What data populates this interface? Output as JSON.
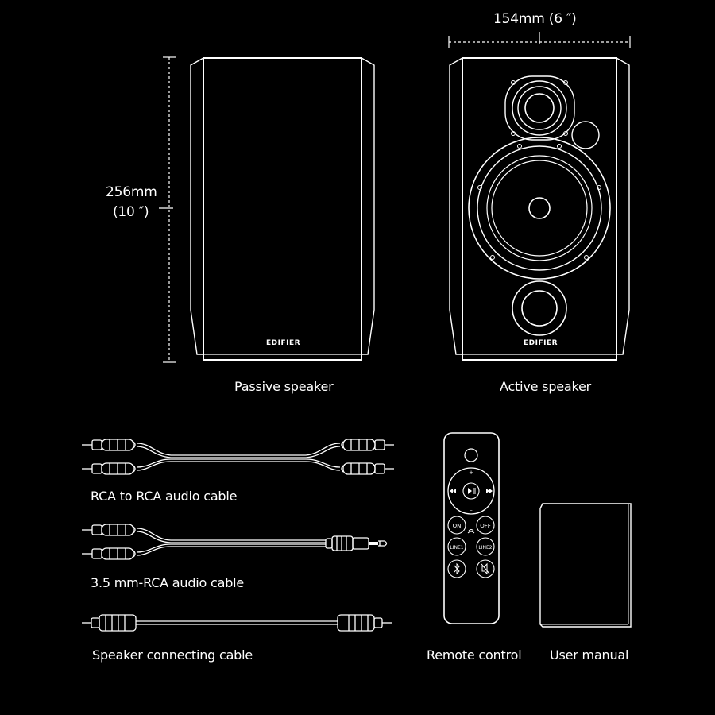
{
  "dimensions": {
    "width_label": "154mm (6 ″)",
    "height_label": "256mm",
    "height_inch_label": "(10 ″)"
  },
  "speakers": {
    "passive_label": "Passive speaker",
    "active_label": "Active speaker",
    "brand": "EDIFIER"
  },
  "accessories": {
    "rca_cable_label": "RCA to RCA audio cable",
    "aux_cable_label": "3.5 mm-RCA audio cable",
    "speaker_cable_label": "Speaker connecting cable",
    "remote_label": "Remote control",
    "manual_label": "User manual"
  },
  "remote": {
    "on": "ON",
    "off": "OFF",
    "line1": "LINE1",
    "line2": "LINE2",
    "plus": "+",
    "minus": "–"
  },
  "colors": {
    "background": "#000000",
    "line": "#ffffff"
  }
}
